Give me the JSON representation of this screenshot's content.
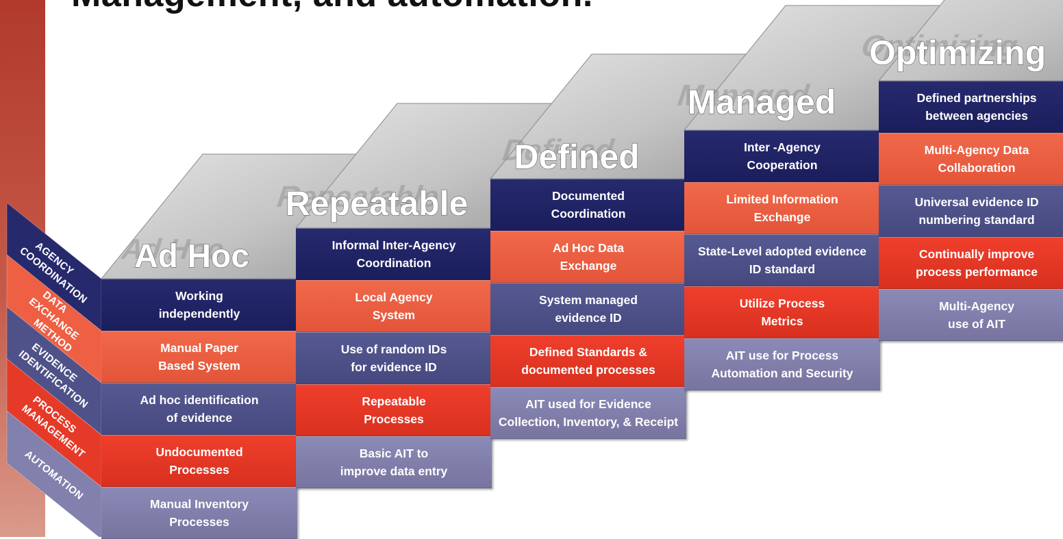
{
  "heading": "Management, and automation.",
  "categories": [
    {
      "label": "AGENCY COORDINATION",
      "color": "#26296b"
    },
    {
      "label": "DATA EXCHANGE METHOD",
      "color": "#ee5f43"
    },
    {
      "label": "EVIDENCE IDENTIFICATION",
      "color": "#4f5288"
    },
    {
      "label": "PROCESS MANAGEMENT",
      "color": "#e53a28"
    },
    {
      "label": "AUTOMATION",
      "color": "#8280ad"
    }
  ],
  "levels": [
    {
      "title": "Ad Hoc",
      "cells": [
        "Working\nindependently",
        "Manual Paper\nBased System",
        "Ad hoc identification\nof evidence",
        "Undocumented\nProcesses",
        "Manual Inventory\nProcesses"
      ]
    },
    {
      "title": "Repeatable",
      "cells": [
        "Informal Inter-Agency\nCoordination",
        "Local Agency\nSystem",
        "Use of random IDs\nfor evidence ID",
        "Repeatable\nProcesses",
        "Basic AIT to\nimprove data entry"
      ]
    },
    {
      "title": "Defined",
      "cells": [
        "Documented\nCoordination",
        "Ad Hoc Data\nExchange",
        "System managed\nevidence ID",
        "Defined Standards &\ndocumented processes",
        "AIT used for Evidence\nCollection, Inventory, & Receipt"
      ]
    },
    {
      "title": "Managed",
      "cells": [
        "Inter -Agency\nCooperation",
        "Limited Information\nExchange",
        "State-Level adopted evidence\nID standard",
        "Utilize Process\nMetrics",
        "AIT use for Process\nAutomation and Security"
      ]
    },
    {
      "title": "Optimizing",
      "cells": [
        "Defined partnerships\nbetween agencies",
        "Multi-Agency Data\nCollaboration",
        "Universal evidence ID\nnumbering standard",
        "Continually improve\nprocess performance",
        "Multi-Agency\nuse of AIT"
      ]
    }
  ]
}
